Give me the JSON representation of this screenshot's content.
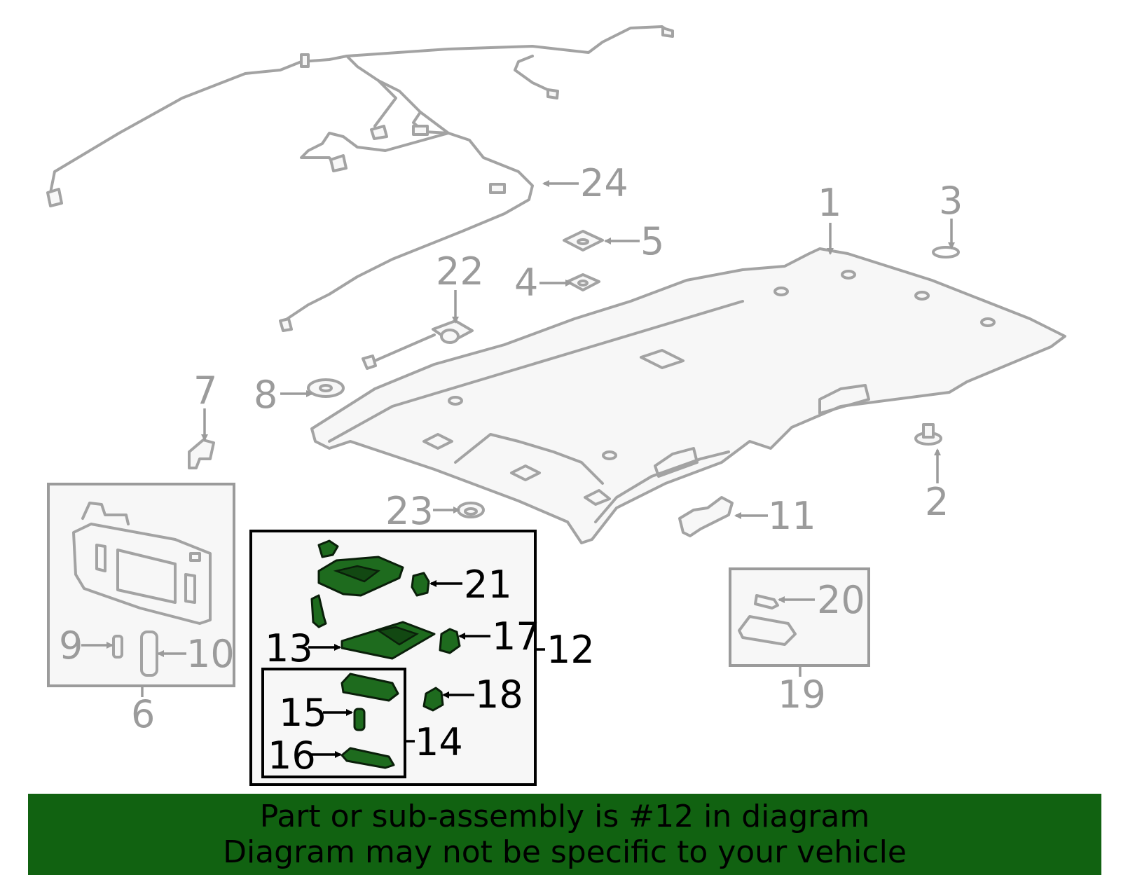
{
  "callouts": {
    "c1": "1",
    "c2": "2",
    "c3": "3",
    "c4": "4",
    "c5": "5",
    "c6": "6",
    "c7": "7",
    "c8": "8",
    "c9": "9",
    "c10": "10",
    "c11": "11",
    "c12": "12",
    "c13": "13",
    "c14": "14",
    "c15": "15",
    "c16": "16",
    "c17": "17",
    "c18": "18",
    "c19": "19",
    "c20": "20",
    "c21": "21",
    "c22": "22",
    "c23": "23",
    "c24": "24"
  },
  "highlight_color": "#1e6b1e",
  "banner": {
    "line1": "Part or sub-assembly is #12 in diagram",
    "line2": "Diagram may not be specific to your vehicle",
    "background": "#116211"
  }
}
